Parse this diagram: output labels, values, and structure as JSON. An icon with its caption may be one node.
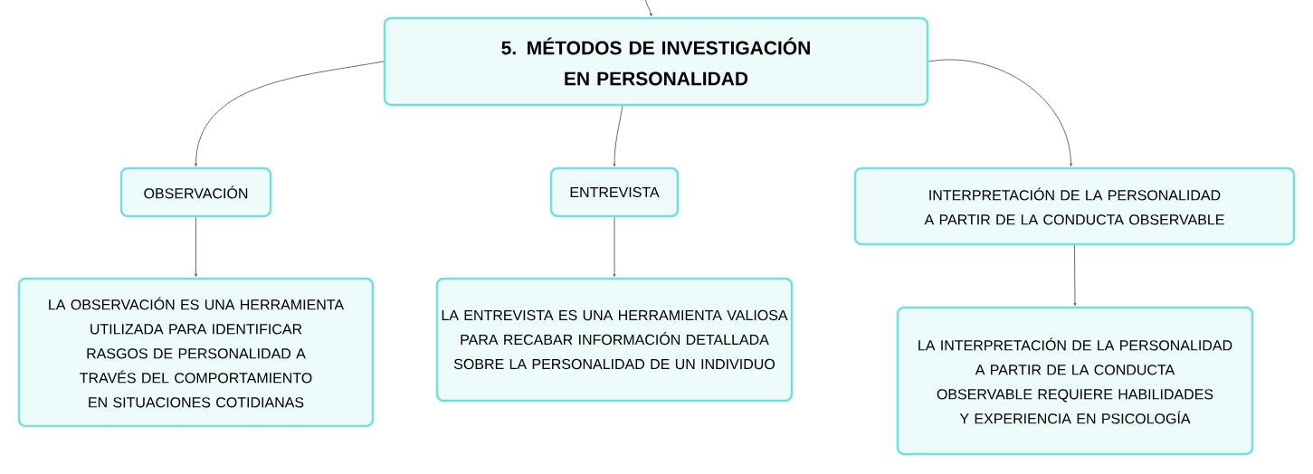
{
  "diagram": {
    "nodes": [
      {
        "text": [
          "5. MÉTODOS DE INVESTIGACIÓN EN PERSONALIDAD"
        ]
      },
      {
        "text": [
          "OBSERVACIÓN"
        ]
      },
      {
        "text": [
          "ENTREVISTA"
        ]
      },
      {
        "text": [
          "INTERPRETACIÓN DE LA PERSONALIDAD A PARTIR DE LA CONDUCTA OBSERVABLE"
        ]
      },
      {
        "text": [
          "LA OBSERVACIÓN ES UNA HERRAMIENTA UTILIZADA PARA IDENTIFICAR RASGOS DE PERSONALIDAD A TRAVÉS DEL COMPORTAMIENTO EN SITUACIONES COTIDIANAS"
        ]
      },
      {
        "text": [
          "LA ENTREVISTA ES UNA HERRAMIENTA VALIOSA PARA RECABAR INFORMACIÓN DETALLADA SOBRE LA PERSONALIDAD DE UN INDIVIDUO"
        ]
      },
      {
        "text": [
          "LA INTERPRETACIÓN DE LA PERSONALIDAD A PARTIR DE LA CONDUCTA OBSERVABLE REQUIERE HABILIDADES Y EXPERIENCIA EN PSICOLOGÍA"
        ]
      }
    ],
    "edges": [
      {
        "from": null,
        "to": 0,
        "arrow": "to"
      },
      {
        "from": 0,
        "to": 1,
        "arrow": "to"
      },
      {
        "from": 0,
        "to": 2,
        "arrow": "to"
      },
      {
        "from": 0,
        "to": 3,
        "arrow": "to"
      },
      {
        "from": 1,
        "to": 4,
        "arrow": "to"
      },
      {
        "from": 2,
        "to": 5,
        "arrow": "to"
      },
      {
        "from": 3,
        "to": 6,
        "arrow": "to"
      }
    ]
  }
}
